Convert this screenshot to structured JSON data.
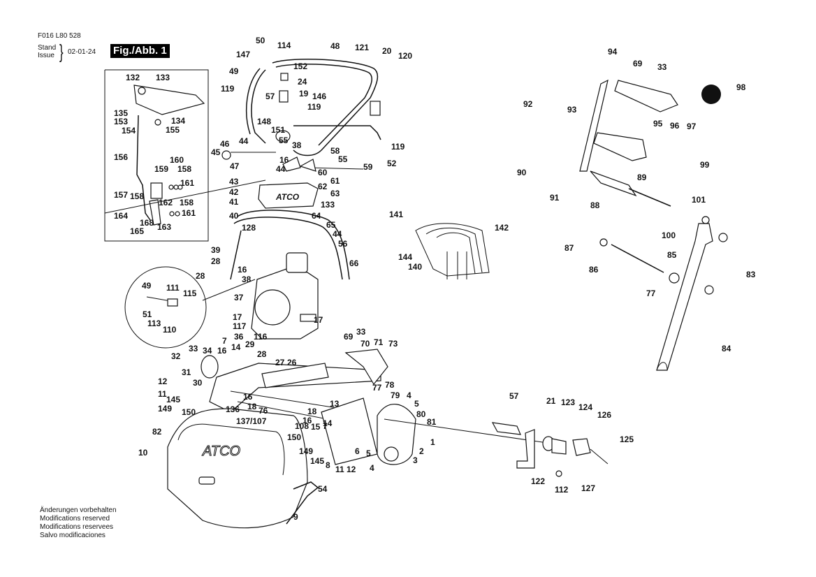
{
  "header": {
    "document_number": "F016 L80 528",
    "stand_label": "Stand",
    "issue_label": "Issue",
    "brace": "}",
    "date": "02-01-24",
    "figure_label": "Fig./Abb. 1"
  },
  "footer": {
    "lines": [
      "Änderungen vorbehalten",
      "Modifications reserved",
      "Modifications reservees",
      "Salvo modificaciones"
    ]
  },
  "diagram": {
    "brand_logo_text": "ATCO",
    "labels": [
      {
        "id": "l132",
        "text": "132"
      },
      {
        "id": "l133a",
        "text": "133"
      },
      {
        "id": "l135",
        "text": "135"
      },
      {
        "id": "l153",
        "text": "153"
      },
      {
        "id": "l134",
        "text": "134"
      },
      {
        "id": "l154",
        "text": "154"
      },
      {
        "id": "l155",
        "text": "155"
      },
      {
        "id": "l156",
        "text": "156"
      },
      {
        "id": "l160",
        "text": "160"
      },
      {
        "id": "l159",
        "text": "159"
      },
      {
        "id": "l158a",
        "text": "158"
      },
      {
        "id": "l161a",
        "text": "161"
      },
      {
        "id": "l157",
        "text": "157"
      },
      {
        "id": "l158b",
        "text": "158"
      },
      {
        "id": "l162",
        "text": "162"
      },
      {
        "id": "l158c",
        "text": "158"
      },
      {
        "id": "l161b",
        "text": "161"
      },
      {
        "id": "l164",
        "text": "164"
      },
      {
        "id": "l168",
        "text": "168"
      },
      {
        "id": "l163",
        "text": "163"
      },
      {
        "id": "l165",
        "text": "165"
      },
      {
        "id": "l50",
        "text": "50"
      },
      {
        "id": "l114",
        "text": "114"
      },
      {
        "id": "l48",
        "text": "48"
      },
      {
        "id": "l121",
        "text": "121"
      },
      {
        "id": "l20",
        "text": "20"
      },
      {
        "id": "l120",
        "text": "120"
      },
      {
        "id": "l147",
        "text": "147"
      },
      {
        "id": "l152",
        "text": "152"
      },
      {
        "id": "l49",
        "text": "49"
      },
      {
        "id": "l24",
        "text": "24"
      },
      {
        "id": "l57a",
        "text": "57"
      },
      {
        "id": "l19",
        "text": "19"
      },
      {
        "id": "l119a",
        "text": "119"
      },
      {
        "id": "l146",
        "text": "146"
      },
      {
        "id": "l119b",
        "text": "119"
      },
      {
        "id": "l148",
        "text": "148"
      },
      {
        "id": "l151",
        "text": "151"
      },
      {
        "id": "l119c",
        "text": "119"
      },
      {
        "id": "l52",
        "text": "52"
      },
      {
        "id": "l46",
        "text": "46"
      },
      {
        "id": "l44a",
        "text": "44"
      },
      {
        "id": "l55a",
        "text": "55"
      },
      {
        "id": "l38a",
        "text": "38"
      },
      {
        "id": "l58",
        "text": "58"
      },
      {
        "id": "l45",
        "text": "45"
      },
      {
        "id": "l16a",
        "text": "16"
      },
      {
        "id": "l55b",
        "text": "55"
      },
      {
        "id": "l47",
        "text": "47"
      },
      {
        "id": "l44b",
        "text": "44"
      },
      {
        "id": "l59",
        "text": "59"
      },
      {
        "id": "l60",
        "text": "60"
      },
      {
        "id": "l43",
        "text": "43"
      },
      {
        "id": "l61",
        "text": "61"
      },
      {
        "id": "l62",
        "text": "62"
      },
      {
        "id": "l42",
        "text": "42"
      },
      {
        "id": "l63",
        "text": "63"
      },
      {
        "id": "l41",
        "text": "41"
      },
      {
        "id": "l133b",
        "text": "133"
      },
      {
        "id": "l40",
        "text": "40"
      },
      {
        "id": "l64",
        "text": "64"
      },
      {
        "id": "l128",
        "text": "128"
      },
      {
        "id": "l65",
        "text": "65"
      },
      {
        "id": "l44c",
        "text": "44"
      },
      {
        "id": "l56",
        "text": "56"
      },
      {
        "id": "l39",
        "text": "39"
      },
      {
        "id": "l66",
        "text": "66"
      },
      {
        "id": "l28a",
        "text": "28"
      },
      {
        "id": "l16b",
        "text": "16"
      },
      {
        "id": "l28b",
        "text": "28"
      },
      {
        "id": "l38b",
        "text": "38"
      },
      {
        "id": "l49b",
        "text": "49"
      },
      {
        "id": "l111",
        "text": "111"
      },
      {
        "id": "l115",
        "text": "115"
      },
      {
        "id": "l51",
        "text": "51"
      },
      {
        "id": "l113",
        "text": "113"
      },
      {
        "id": "l110",
        "text": "110"
      },
      {
        "id": "l37",
        "text": "37"
      },
      {
        "id": "l17a",
        "text": "17"
      },
      {
        "id": "l17b",
        "text": "17"
      },
      {
        "id": "l117",
        "text": "117"
      },
      {
        "id": "l36",
        "text": "36"
      },
      {
        "id": "l116",
        "text": "116"
      },
      {
        "id": "l141",
        "text": "141"
      },
      {
        "id": "l142",
        "text": "142"
      },
      {
        "id": "l144",
        "text": "144"
      },
      {
        "id": "l140",
        "text": "140"
      },
      {
        "id": "l94",
        "text": "94"
      },
      {
        "id": "l69a",
        "text": "69"
      },
      {
        "id": "l33a",
        "text": "33"
      },
      {
        "id": "l98",
        "text": "98"
      },
      {
        "id": "l92",
        "text": "92"
      },
      {
        "id": "l93",
        "text": "93"
      },
      {
        "id": "l95",
        "text": "95"
      },
      {
        "id": "l96",
        "text": "96"
      },
      {
        "id": "l97",
        "text": "97"
      },
      {
        "id": "l90",
        "text": "90"
      },
      {
        "id": "l89",
        "text": "89"
      },
      {
        "id": "l99",
        "text": "99"
      },
      {
        "id": "l91",
        "text": "91"
      },
      {
        "id": "l88",
        "text": "88"
      },
      {
        "id": "l101",
        "text": "101"
      },
      {
        "id": "l100",
        "text": "100"
      },
      {
        "id": "l87",
        "text": "87"
      },
      {
        "id": "l85",
        "text": "85"
      },
      {
        "id": "l86",
        "text": "86"
      },
      {
        "id": "l83",
        "text": "83"
      },
      {
        "id": "l77a",
        "text": "77"
      },
      {
        "id": "l84",
        "text": "84"
      },
      {
        "id": "l7a",
        "text": "7"
      },
      {
        "id": "l33b",
        "text": "33"
      },
      {
        "id": "l34",
        "text": "34"
      },
      {
        "id": "l16c",
        "text": "16"
      },
      {
        "id": "l14a",
        "text": "14"
      },
      {
        "id": "l29",
        "text": "29"
      },
      {
        "id": "l32",
        "text": "32"
      },
      {
        "id": "l28c",
        "text": "28"
      },
      {
        "id": "l27",
        "text": "27"
      },
      {
        "id": "l26",
        "text": "26"
      },
      {
        "id": "l31",
        "text": "31"
      },
      {
        "id": "l12a",
        "text": "12"
      },
      {
        "id": "l30",
        "text": "30"
      },
      {
        "id": "l11a",
        "text": "11"
      },
      {
        "id": "l145a",
        "text": "145"
      },
      {
        "id": "l16d",
        "text": "16"
      },
      {
        "id": "l149a",
        "text": "149"
      },
      {
        "id": "l150a",
        "text": "150"
      },
      {
        "id": "l136",
        "text": "136"
      },
      {
        "id": "l18a",
        "text": "18"
      },
      {
        "id": "l76",
        "text": "76"
      },
      {
        "id": "l137",
        "text": "137/107"
      },
      {
        "id": "l69b",
        "text": "69"
      },
      {
        "id": "l33c",
        "text": "33"
      },
      {
        "id": "l70",
        "text": "70"
      },
      {
        "id": "l71",
        "text": "71"
      },
      {
        "id": "l73",
        "text": "73"
      },
      {
        "id": "l77b",
        "text": "77"
      },
      {
        "id": "l78",
        "text": "78"
      },
      {
        "id": "l79",
        "text": "79"
      },
      {
        "id": "l4a",
        "text": "4"
      },
      {
        "id": "l5a",
        "text": "5"
      },
      {
        "id": "l13",
        "text": "13"
      },
      {
        "id": "l18b",
        "text": "18"
      },
      {
        "id": "l80",
        "text": "80"
      },
      {
        "id": "l81",
        "text": "81"
      },
      {
        "id": "l16e",
        "text": "16"
      },
      {
        "id": "l15",
        "text": "15"
      },
      {
        "id": "l14b",
        "text": "14"
      },
      {
        "id": "l7b",
        "text": "7"
      },
      {
        "id": "l108",
        "text": "108"
      },
      {
        "id": "l150b",
        "text": "150"
      },
      {
        "id": "l1",
        "text": "1"
      },
      {
        "id": "l2",
        "text": "2"
      },
      {
        "id": "l149b",
        "text": "149"
      },
      {
        "id": "l6",
        "text": "6"
      },
      {
        "id": "l5b",
        "text": "5"
      },
      {
        "id": "l3",
        "text": "3"
      },
      {
        "id": "l145b",
        "text": "145"
      },
      {
        "id": "l8",
        "text": "8"
      },
      {
        "id": "l11b",
        "text": "11"
      },
      {
        "id": "l12b",
        "text": "12"
      },
      {
        "id": "l4b",
        "text": "4"
      },
      {
        "id": "l82",
        "text": "82"
      },
      {
        "id": "l10",
        "text": "10"
      },
      {
        "id": "l54",
        "text": "54"
      },
      {
        "id": "l9",
        "text": "9"
      },
      {
        "id": "l57b",
        "text": "57"
      },
      {
        "id": "l21",
        "text": "21"
      },
      {
        "id": "l123",
        "text": "123"
      },
      {
        "id": "l124",
        "text": "124"
      },
      {
        "id": "l126",
        "text": "126"
      },
      {
        "id": "l125",
        "text": "125"
      },
      {
        "id": "l122",
        "text": "122"
      },
      {
        "id": "l112",
        "text": "112"
      },
      {
        "id": "l127",
        "text": "127"
      }
    ]
  }
}
